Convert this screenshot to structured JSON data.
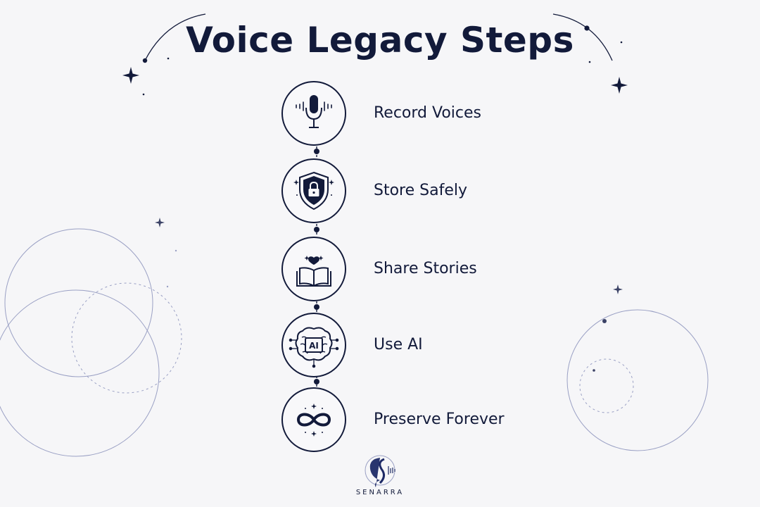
{
  "title": "Voice Legacy Steps",
  "steps": [
    {
      "label": "Record Voices",
      "icon": "microphone-icon"
    },
    {
      "label": "Store Safely",
      "icon": "shield-lock-icon"
    },
    {
      "label": "Share Stories",
      "icon": "book-heart-icon"
    },
    {
      "label": "Use AI",
      "icon": "ai-brain-icon",
      "icon_text": "AI"
    },
    {
      "label": "Preserve Forever",
      "icon": "infinity-icon"
    }
  ],
  "brand": {
    "name": "SENARRA",
    "logo_icon": "senarra-logo-icon"
  },
  "colors": {
    "navy": "#121a3a",
    "background": "#f6f6f8",
    "accent_line": "#9aa0c4"
  }
}
